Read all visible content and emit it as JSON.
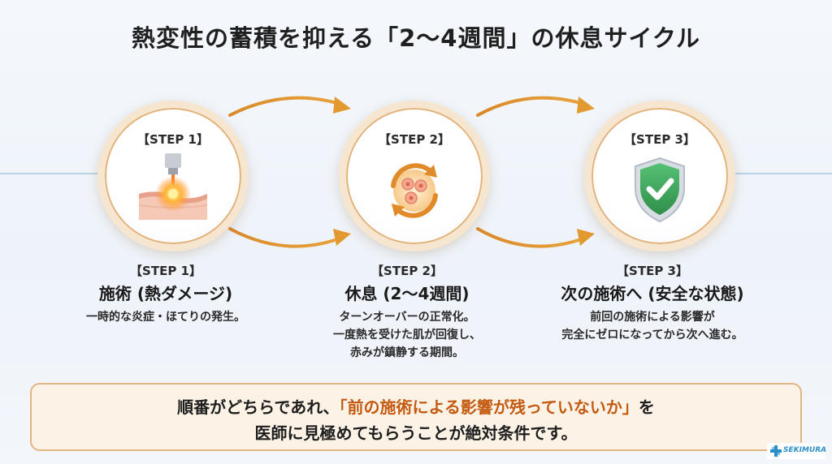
{
  "title": "熱変性の蓄積を抑える「2〜4週間」の休息サイクル",
  "steps": [
    {
      "circle_label": "【STEP 1】",
      "icon": "laser-skin-icon",
      "caption_step": "【STEP 1】",
      "caption_title": "施術 (熱ダメージ)",
      "desc": [
        "一時的な炎症・ほてりの発生。"
      ]
    },
    {
      "circle_label": "【STEP 2】",
      "icon": "cell-recovery-cycle-icon",
      "caption_step": "【STEP 2】",
      "caption_title": "休息 (2〜4週間)",
      "desc": [
        "ターンオーバーの正常化。",
        "一度熱を受けた肌が回復し、",
        "赤みが鎮静する期間。"
      ]
    },
    {
      "circle_label": "【STEP 3】",
      "icon": "shield-check-icon",
      "caption_step": "【STEP 3】",
      "caption_title": "次の施術へ (安全な状態)",
      "desc": [
        "前回の施術による影響が",
        "完全にゼロになってから次へ進む。"
      ]
    }
  ],
  "note": {
    "line1_before": "順番がどちらであれ、",
    "line1_highlight": "「前の施術による影響が残っていないか」",
    "line1_after": "を",
    "line2": "医師に見極めてもらうことが絶対条件です。"
  },
  "logo": {
    "text": "SEKIMURA"
  },
  "colors": {
    "accent_orange": "#e0962e",
    "highlight": "#c35a12",
    "shield_green": "#3aa55a",
    "line_blue": "#b9d3e6"
  }
}
